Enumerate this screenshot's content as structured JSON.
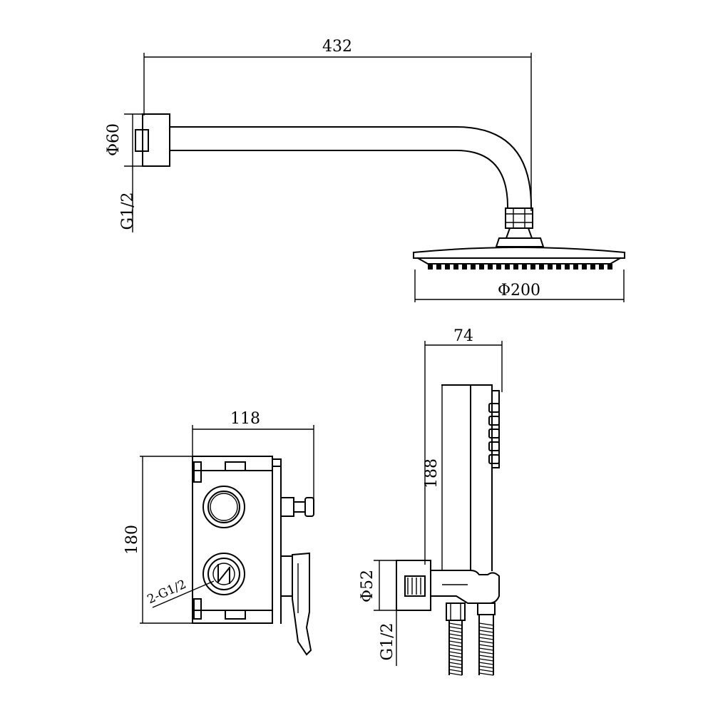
{
  "shower_arm": {
    "length_label": "432",
    "flange_diameter_label": "Φ60",
    "thread_label": "G1/2"
  },
  "shower_head": {
    "diameter_label": "Φ200"
  },
  "mixer_valve": {
    "width_label": "118",
    "height_label": "180",
    "outlets_label": "2-G1/2"
  },
  "hand_shower": {
    "depth_label": "74",
    "length_label": "188",
    "elbow_diameter_label": "Φ52",
    "thread_label": "G1/2"
  }
}
